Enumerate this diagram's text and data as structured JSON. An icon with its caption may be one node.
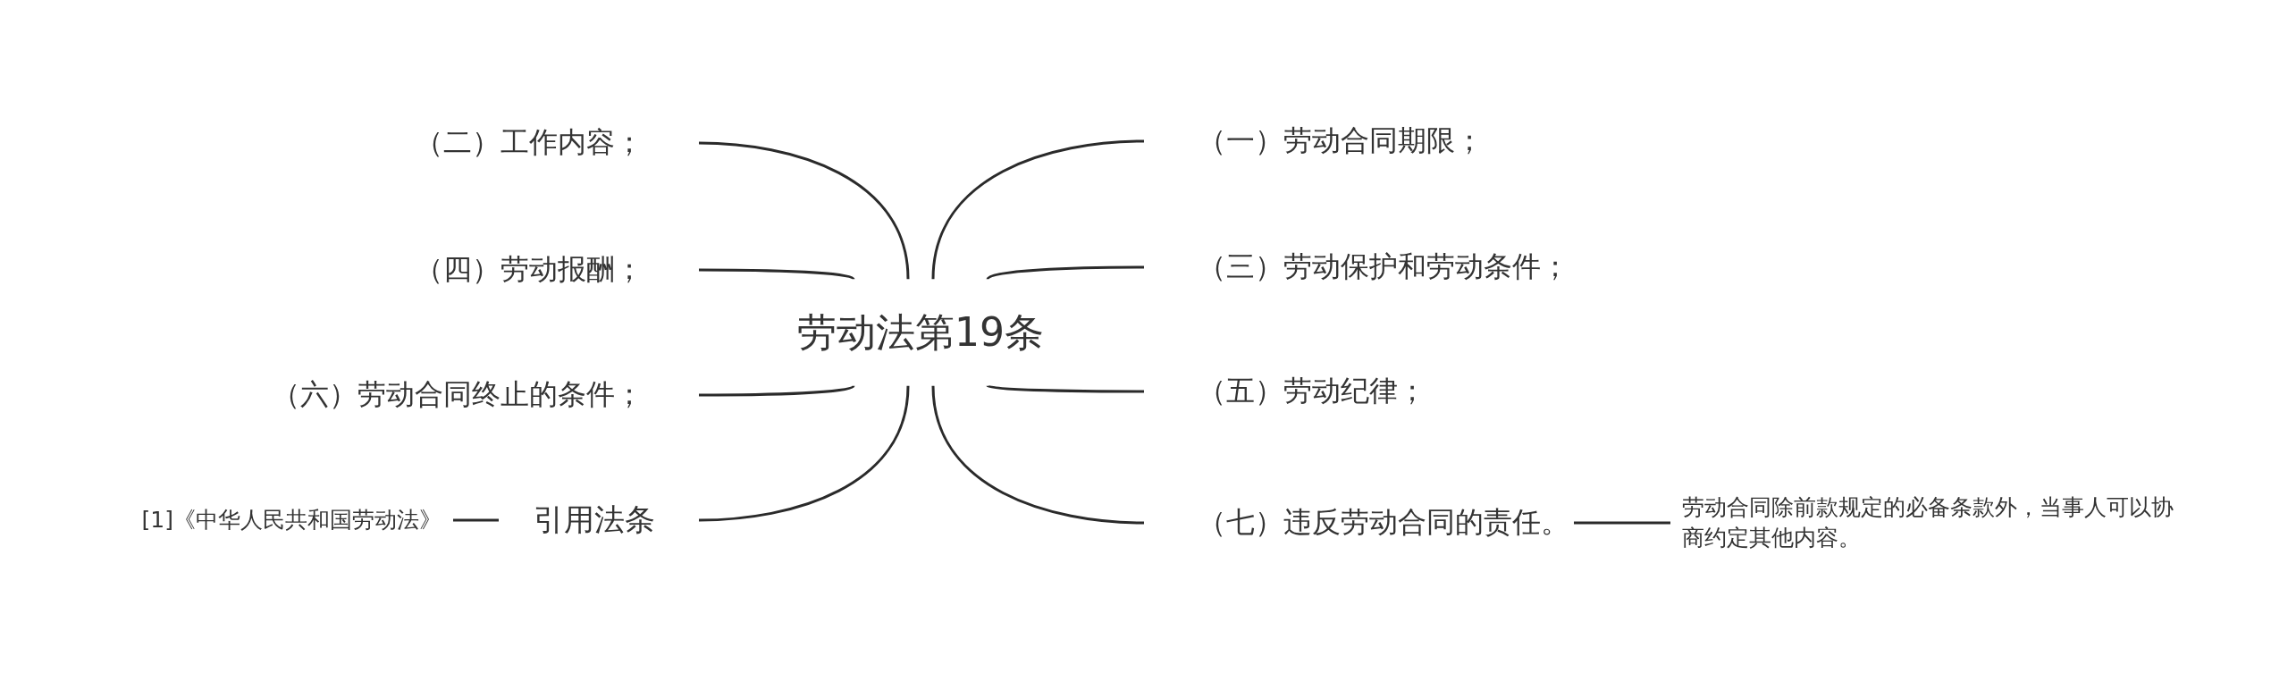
{
  "diagram": {
    "nodes": [
      {
        "text": [
          "劳动法第19条"
        ]
      },
      {
        "text": [
          "（一）劳动合同期限；"
        ]
      },
      {
        "text": [
          "（二）工作内容；"
        ]
      },
      {
        "text": [
          "（三）劳动保护和劳动条件；"
        ]
      },
      {
        "text": [
          "（四）劳动报酬；"
        ]
      },
      {
        "text": [
          "（五）劳动纪律；"
        ]
      },
      {
        "text": [
          "（六）劳动合同终止的条件；"
        ]
      },
      {
        "text": [
          "（七）违反劳动合同的责任。"
        ]
      },
      {
        "text": [
          "引用法条"
        ]
      },
      {
        "text": [
          "[1]《中华人民共和国劳动法》"
        ]
      },
      {
        "text": [
          "劳动合同除前款规定的必备条款外，当事人可以协商约定其他内容。"
        ]
      }
    ],
    "edges": [
      {
        "from": 0,
        "to": 1,
        "arrow": "none"
      },
      {
        "from": 0,
        "to": 2,
        "arrow": "none"
      },
      {
        "from": 0,
        "to": 3,
        "arrow": "none"
      },
      {
        "from": 0,
        "to": 4,
        "arrow": "none"
      },
      {
        "from": 0,
        "to": 5,
        "arrow": "none"
      },
      {
        "from": 0,
        "to": 6,
        "arrow": "none"
      },
      {
        "from": 0,
        "to": 7,
        "arrow": "none"
      },
      {
        "from": 0,
        "to": 8,
        "arrow": "none"
      },
      {
        "from": 8,
        "to": 9,
        "arrow": "none"
      },
      {
        "from": 7,
        "to": 10,
        "arrow": "none"
      }
    ]
  }
}
